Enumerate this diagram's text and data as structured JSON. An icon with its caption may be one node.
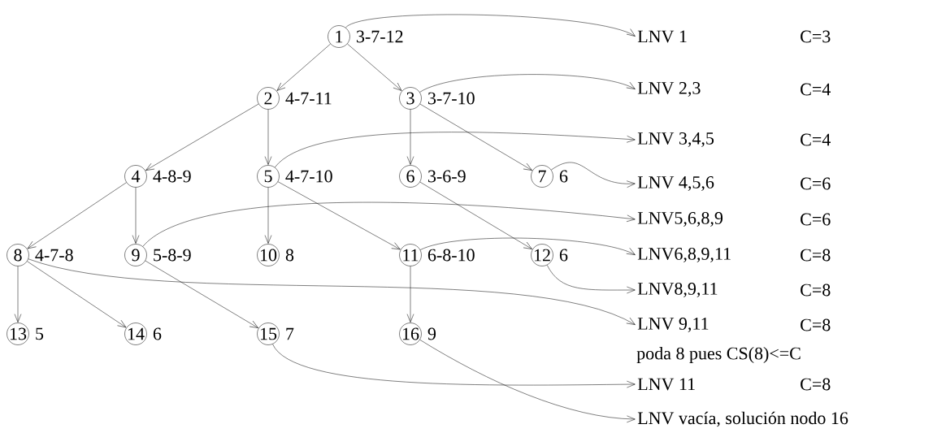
{
  "diagram": {
    "nodes": [
      {
        "text": [
          "1"
        ],
        "beside": [
          "3-7-12"
        ]
      },
      {
        "text": [
          "2"
        ],
        "beside": [
          "4-7-11"
        ]
      },
      {
        "text": [
          "3"
        ],
        "beside": [
          "3-7-10"
        ]
      },
      {
        "text": [
          "4"
        ],
        "beside": [
          "4-8-9"
        ]
      },
      {
        "text": [
          "5"
        ],
        "beside": [
          "4-7-10"
        ]
      },
      {
        "text": [
          "6"
        ],
        "beside": [
          "3-6-9"
        ]
      },
      {
        "text": [
          "7"
        ],
        "beside": [
          "6"
        ]
      },
      {
        "text": [
          "8"
        ],
        "beside": [
          "4-7-8"
        ]
      },
      {
        "text": [
          "9"
        ],
        "beside": [
          "5-8-9"
        ]
      },
      {
        "text": [
          "10"
        ],
        "beside": [
          "8"
        ]
      },
      {
        "text": [
          "11"
        ],
        "beside": [
          "6-8-10"
        ]
      },
      {
        "text": [
          "12"
        ],
        "beside": [
          "6"
        ]
      },
      {
        "text": [
          "13"
        ],
        "beside": [
          "5"
        ]
      },
      {
        "text": [
          "14"
        ],
        "beside": [
          "6"
        ]
      },
      {
        "text": [
          "15"
        ],
        "beside": [
          "7"
        ]
      },
      {
        "text": [
          "16"
        ],
        "beside": [
          "9"
        ]
      },
      {
        "text": [
          "LNV 1"
        ]
      },
      {
        "text": [
          "LNV 2,3"
        ]
      },
      {
        "text": [
          "LNV 3,4,5"
        ]
      },
      {
        "text": [
          "LNV 4,5,6"
        ]
      },
      {
        "text": [
          "LNV5,6,8,9"
        ]
      },
      {
        "text": [
          "LNV6,8,9,11"
        ]
      },
      {
        "text": [
          "LNV8,9,11"
        ]
      },
      {
        "text": [
          "LNV 9,11"
        ]
      },
      {
        "text": [
          "LNV 11"
        ]
      },
      {
        "text": [
          "LNV vacía, solución nodo 16"
        ]
      }
    ],
    "edges": [
      {
        "from": 0,
        "to": 1,
        "arrow": "to"
      },
      {
        "from": 0,
        "to": 2,
        "arrow": "to"
      },
      {
        "from": 1,
        "to": 3,
        "arrow": "to"
      },
      {
        "from": 1,
        "to": 4,
        "arrow": "to"
      },
      {
        "from": 2,
        "to": 5,
        "arrow": "to"
      },
      {
        "from": 2,
        "to": 6,
        "arrow": "to"
      },
      {
        "from": 3,
        "to": 7,
        "arrow": "to"
      },
      {
        "from": 3,
        "to": 8,
        "arrow": "to"
      },
      {
        "from": 4,
        "to": 9,
        "arrow": "to"
      },
      {
        "from": 4,
        "to": 10,
        "arrow": "to"
      },
      {
        "from": 5,
        "to": 11,
        "arrow": "to"
      },
      {
        "from": 7,
        "to": 12,
        "arrow": "to"
      },
      {
        "from": 7,
        "to": 13,
        "arrow": "to"
      },
      {
        "from": 8,
        "to": 14,
        "arrow": "to"
      },
      {
        "from": 10,
        "to": 15,
        "arrow": "to"
      },
      {
        "from": 0,
        "to": 16,
        "arrow": "to"
      },
      {
        "from": 2,
        "to": 17,
        "arrow": "to"
      },
      {
        "from": 4,
        "to": 18,
        "arrow": "to"
      },
      {
        "from": 6,
        "to": 19,
        "arrow": "to"
      },
      {
        "from": 8,
        "to": 20,
        "arrow": "to"
      },
      {
        "from": 10,
        "to": 21,
        "arrow": "to"
      },
      {
        "from": 11,
        "to": 22,
        "arrow": "to"
      },
      {
        "from": 7,
        "to": 23,
        "arrow": "to"
      },
      {
        "from": 14,
        "to": 24,
        "arrow": "to"
      },
      {
        "from": 15,
        "to": 25,
        "arrow": "to"
      }
    ],
    "labels": [
      "C=3",
      "C=4",
      "C=4",
      "C=6",
      "C=6",
      "C=8",
      "C=8",
      "C=8",
      "poda 8 pues CS(8)<=C",
      "C=8"
    ]
  }
}
